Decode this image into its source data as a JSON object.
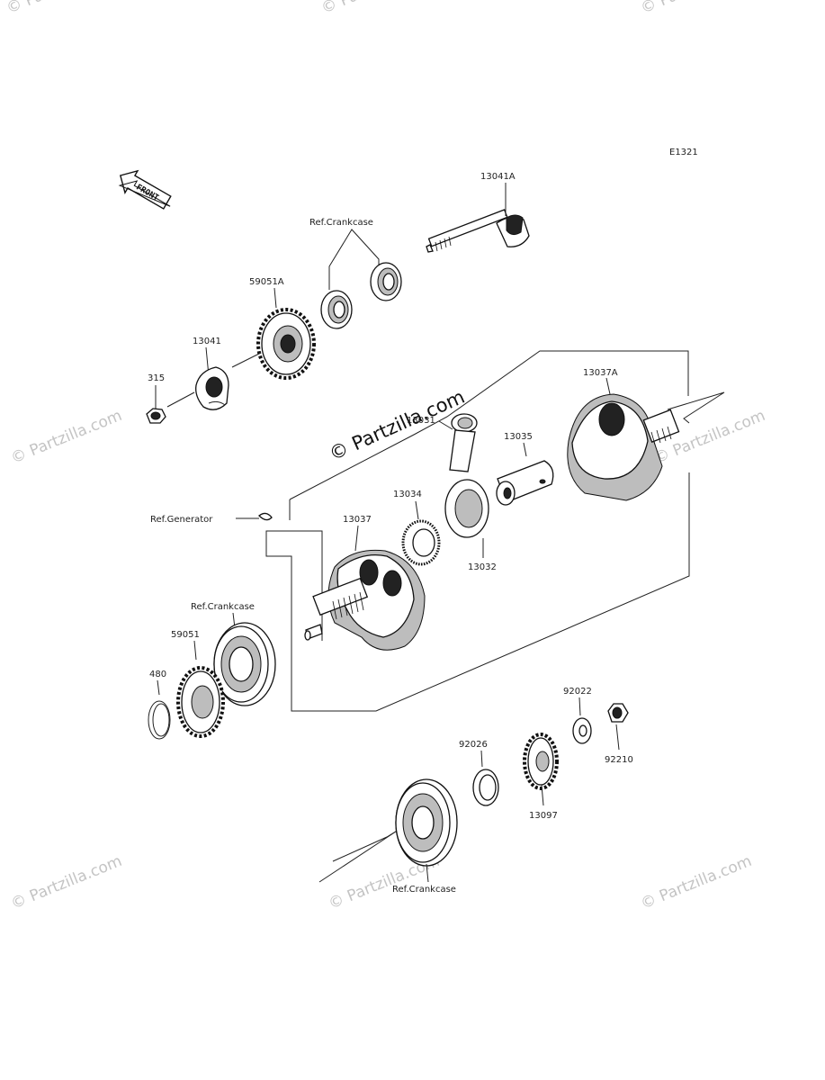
{
  "diagram_code": "E1321",
  "front_arrow_label": "FRONT",
  "watermarks": {
    "center": "© Partzilla.com",
    "tile": "© Partzilla.com"
  },
  "labels": {
    "p13041A": "13041A",
    "ref_crankcase_top": "Ref.Crankcase",
    "p59051A": "59051A",
    "p13041": "13041",
    "p315": "315",
    "p13031": "13031",
    "p13037A": "13037A",
    "p13035": "13035",
    "p13034": "13034",
    "p13037": "13037",
    "ref_generator": "Ref.Generator",
    "p13032": "13032",
    "ref_crankcase_mid": "Ref.Crankcase",
    "p59051": "59051",
    "p480": "480",
    "p92022": "92022",
    "p92026": "92026",
    "p92210": "92210",
    "p13097": "13097",
    "ref_crankcase_bottom": "Ref.Crankcase"
  }
}
